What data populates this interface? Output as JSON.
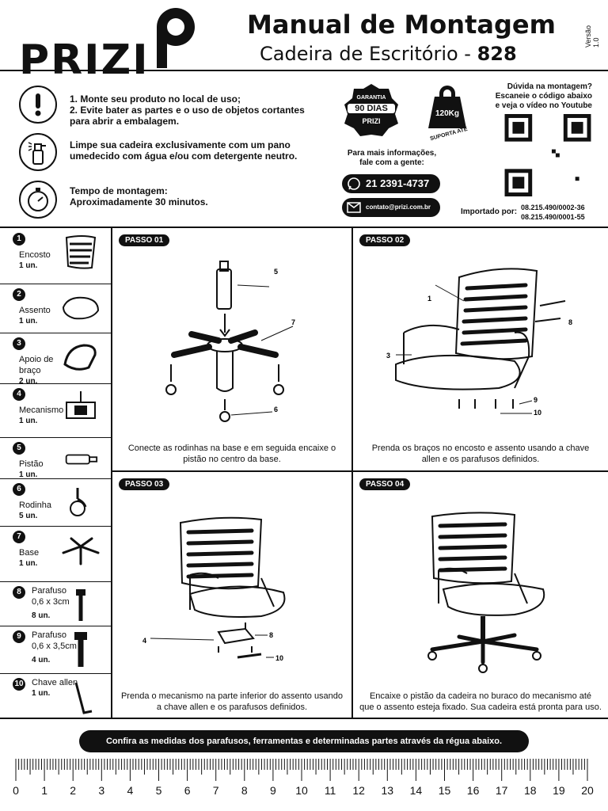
{
  "header": {
    "logo": "PRIZI",
    "title": "Manual de Montagem",
    "subtitle_prefix": "Cadeira de Escritório - ",
    "model": "828",
    "version": "Versão 1.0"
  },
  "warnings": [
    {
      "icon": "exclamation-icon",
      "lines": [
        "1. Monte seu produto no local de uso;",
        "2. Evite bater as partes e o uso de objetos cortantes",
        "para abrir a embalagem."
      ]
    },
    {
      "icon": "spray-bottle-icon",
      "lines": [
        "Limpe sua cadeira exclusivamente com um pano",
        "umedecido com água e/ou com detergente neutro."
      ]
    },
    {
      "icon": "stopwatch-icon",
      "lines": [
        "Tempo de montagem:",
        "Aproximadamente 30 minutos."
      ]
    }
  ],
  "guarantee": {
    "top": "GARANTIA",
    "days": "90 DIAS",
    "brand": "PRIZI"
  },
  "weight": {
    "value": "120Kg",
    "label": "SUPORTA ATÉ"
  },
  "contact": {
    "lead": [
      "Para mais informações,",
      "fale com a gente:"
    ],
    "phone": "21 2391-4737",
    "email": "contato@prizi.com.br"
  },
  "qr": {
    "lines": [
      "Dúvida na montagem?",
      "Escaneie o código abaixo",
      "e veja o vídeo no Youtube"
    ]
  },
  "importer": {
    "label": "Importado por:",
    "cnpjs": [
      "08.215.490/0002-36",
      "08.215.490/0001-55"
    ]
  },
  "parts": [
    {
      "num": "1",
      "name": "Encosto",
      "qty": "1 un."
    },
    {
      "num": "2",
      "name": "Assento",
      "qty": "1 un."
    },
    {
      "num": "3",
      "name": "Apoio de braço",
      "name2": "braço",
      "qty": "2 un."
    },
    {
      "num": "4",
      "name": "Mecanismo",
      "qty": "1 un."
    },
    {
      "num": "5",
      "name": "Pistão",
      "qty": "1 un."
    },
    {
      "num": "6",
      "name": "Rodinha",
      "qty": "5 un."
    },
    {
      "num": "7",
      "name": "Base",
      "qty": "1 un."
    },
    {
      "num": "8",
      "name": "Parafuso",
      "size": "0,6 x 3cm",
      "qty": "8 un."
    },
    {
      "num": "9",
      "name": "Parafuso",
      "size": "0,6 x 3,5cm",
      "qty": "4 un."
    },
    {
      "num": "10",
      "name": "Chave allen",
      "qty": "1 un."
    }
  ],
  "steps": [
    {
      "label": "PASSO 01",
      "caption": [
        "Conecte as rodinhas na base e em seguida encaixe o",
        "pistão no centro da base."
      ],
      "callouts": [
        "5",
        "7",
        "6"
      ]
    },
    {
      "label": "PASSO 02",
      "caption": [
        "Prenda os braços no encosto e assento usando a chave",
        "allen e os parafusos definidos."
      ],
      "callouts": [
        "1",
        "8",
        "3",
        "9",
        "10"
      ]
    },
    {
      "label": "PASSO 03",
      "caption": [
        "Prenda o mecanismo na parte inferior do assento usando",
        "a chave allen e os parafusos definidos."
      ],
      "callouts": [
        "4",
        "8",
        "10"
      ]
    },
    {
      "label": "PASSO 04",
      "caption": [
        "Encaixe o pistão da cadeira no buraco do mecanismo até",
        "que o assento esteja fixado. Sua cadeira está pronta para uso."
      ],
      "callouts": []
    }
  ],
  "ruler": {
    "banner": "Confira as medidas dos parafusos, ferramentas e determinadas partes através da régua abaixo.",
    "numbers": [
      "0",
      "1",
      "2",
      "3",
      "4",
      "5",
      "6",
      "7",
      "8",
      "9",
      "10",
      "11",
      "12",
      "13",
      "14",
      "15",
      "16",
      "17",
      "18",
      "19",
      "20"
    ]
  }
}
